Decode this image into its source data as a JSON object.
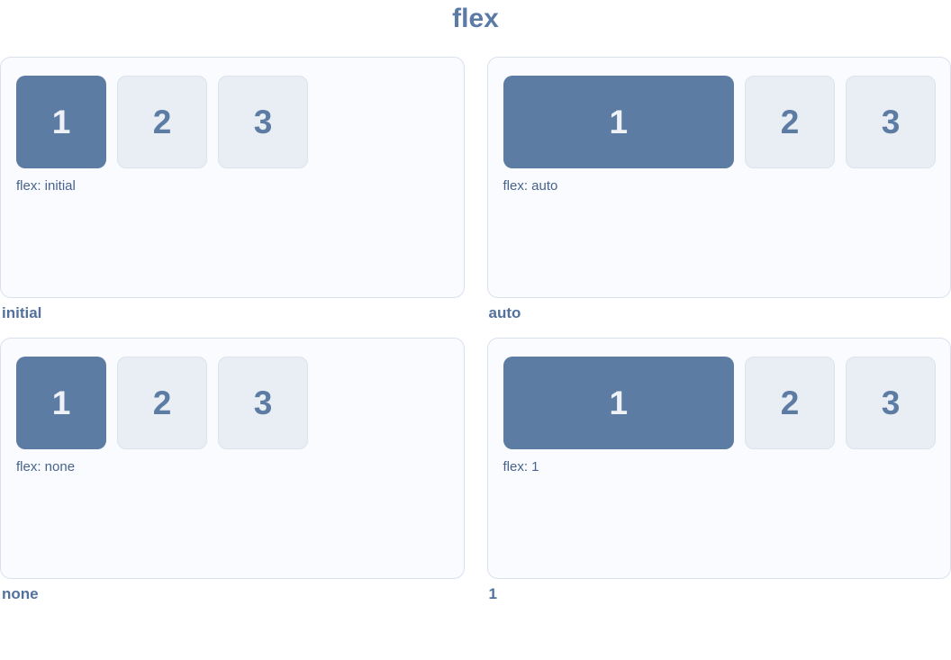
{
  "title": "flex",
  "colors": {
    "accent": "#5d7ca3",
    "title_text": "#5b7aa5",
    "panel_bg": "#fafbfe",
    "panel_border": "#d9e1ee",
    "item_light_bg": "#e9edf4",
    "item_light_border": "#dce3ef",
    "item_number_on_dark": "#eef2f7",
    "flex_label_text": "#47628c",
    "caption_text": "#53719e"
  },
  "panels": [
    {
      "caption": "initial",
      "flex_label": "flex: initial",
      "items": [
        "1",
        "2",
        "3"
      ]
    },
    {
      "caption": "auto",
      "flex_label": "flex: auto",
      "items": [
        "1",
        "2",
        "3"
      ]
    },
    {
      "caption": "none",
      "flex_label": "flex: none",
      "items": [
        "1",
        "2",
        "3"
      ]
    },
    {
      "caption": "1",
      "flex_label": "flex: 1",
      "items": [
        "1",
        "2",
        "3"
      ]
    }
  ]
}
